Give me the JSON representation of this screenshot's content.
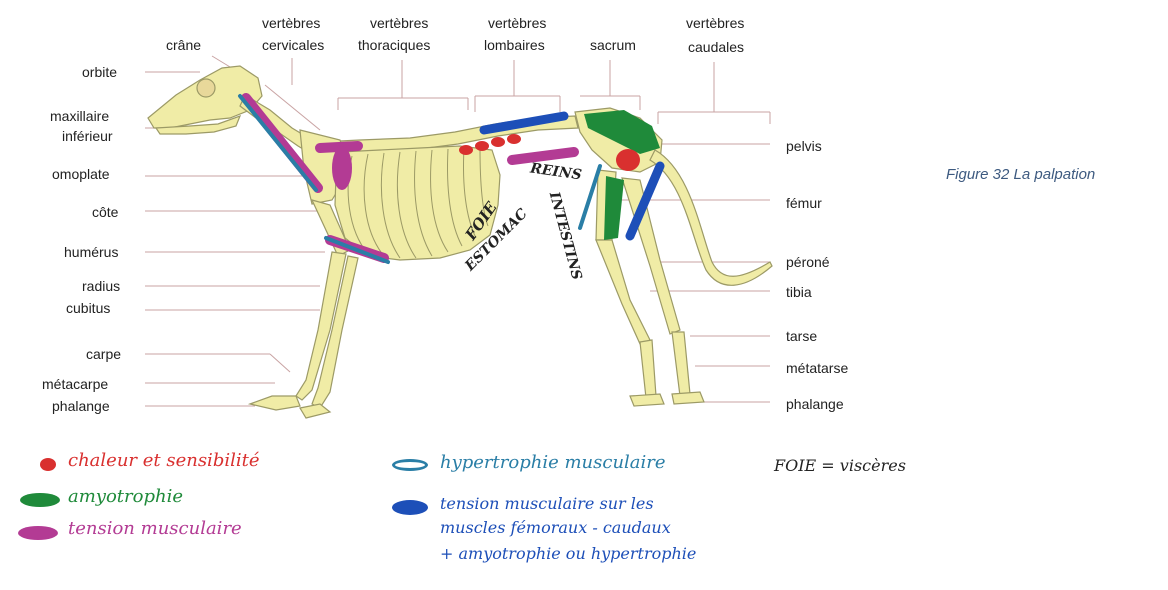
{
  "top_labels": {
    "crane": "crâne",
    "cervical_1": "vertèbres",
    "cervical_2": "cervicales",
    "thoracic_1": "vertèbres",
    "thoracic_2": "thoraciques",
    "lumbar_1": "vertèbres",
    "lumbar_2": "lombaires",
    "sacrum": "sacrum",
    "caudal_1": "vertèbres",
    "caudal_2": "caudales"
  },
  "left_labels": {
    "orbite": "orbite",
    "maxillaire_1": "maxillaire",
    "maxillaire_2": "inférieur",
    "omoplate": "omoplate",
    "cote": "côte",
    "humerus": "humérus",
    "radius": "radius",
    "cubitus": "cubitus",
    "carpe": "carpe",
    "metacarpe": "métacarpe",
    "phalange": "phalange"
  },
  "right_labels": {
    "pelvis": "pelvis",
    "femur": "fémur",
    "perone": "péroné",
    "tibia": "tibia",
    "tarse": "tarse",
    "metatarse": "métatarse",
    "phalange": "phalange"
  },
  "organ_notes": {
    "reins": "REINS",
    "foie": "FOIE",
    "estomac": "ESTOMAC",
    "intestins": "INTESTINS"
  },
  "caption": "Figure 32 La palpation",
  "legend": {
    "heat": "chaleur et sensibilité",
    "amyotrophy": "amyotrophie",
    "tension": "tension musculaire",
    "hypertrophy": "hypertrophie musculaire",
    "femoro_1": "tension musculaire sur les",
    "femoro_2": "muscles fémoraux - caudaux",
    "femoro_3": "+ amyotrophie ou hypertrophie",
    "foie_note": "FOIE = viscères"
  },
  "colors": {
    "heat": "#d9302f",
    "amyotrophy": "#1f8a3a",
    "tension": "#b33b94",
    "hypertrophy": "#2a7ea6",
    "femoro": "#1d4fb8",
    "bone": "#f0eca6",
    "bone_edge": "#9c9a66"
  }
}
